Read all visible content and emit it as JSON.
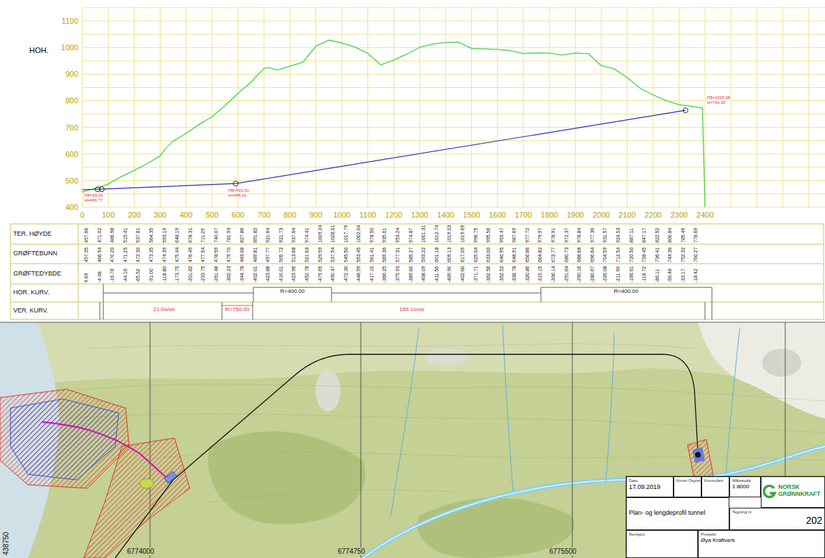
{
  "diagram": {
    "nodes": [
      {
        "text": [
          "Dato",
          "17.09.2019"
        ]
      },
      {
        "text": [
          "Konstr./Tegnet"
        ]
      },
      {
        "text": [
          "Kontrollert"
        ]
      },
      {
        "text": [
          "Målestokk",
          "1:8000"
        ]
      },
      {
        "text": [
          "NORSK GRØNNKRAFT"
        ]
      },
      {
        "text": [
          "Plan- og lengdeprofil tunnel"
        ]
      },
      {
        "text": [
          "Tegning nr.",
          "202"
        ]
      },
      {
        "text": [
          "Revisjon"
        ]
      },
      {
        "text": [
          "Prosjekt",
          "Øya Kraftverk"
        ]
      }
    ],
    "labels": [
      "HOH.",
      "1100",
      "1000",
      "900",
      "800",
      "700",
      "600",
      "500",
      "400",
      "0",
      "100",
      "200",
      "300",
      "400",
      "500",
      "600",
      "700",
      "800",
      "900",
      "1000",
      "1100",
      "1200",
      "1300",
      "1400",
      "1500",
      "1600",
      "1700",
      "1800",
      "1900",
      "2000",
      "2100",
      "2200",
      "2300",
      "2400",
      "PB=59.35",
      "H=466.77",
      "PB=591.51",
      "H=488.51",
      "PB=2325.68",
      "H=764.36",
      "TER. HØYDE",
      "GRØFTEBUNN",
      "GRØFTEDYBDE",
      "HOR. KURV.",
      "VER. KURV.",
      "R=400.00",
      "R=400.00",
      "21.0o/oo",
      "R=750.00",
      "159.1o/oo",
      "457.66",
      "471.02",
      "486.98",
      "515.41",
      "537.81",
      "564.35",
      "593.19",
      "648.19",
      "678.31",
      "711.29",
      "740.07",
      "781.93",
      "827.86",
      "891.82",
      "921.64",
      "921.73",
      "937.64",
      "974.41",
      "1009.24",
      "1028.01",
      "1017.79",
      "1002.04",
      "978.50",
      "935.61",
      "953.24",
      "974.87",
      "1001.31",
      "1012.74",
      "1019.03",
      "1019.69",
      "996.75",
      "995.56",
      "993.47",
      "987.69",
      "977.72",
      "979.97",
      "978.91",
      "972.37",
      "978.84",
      "977.30",
      "931.57",
      "924.53",
      "887.11",
      "847.17",
      "822.52",
      "800.84",
      "785.49",
      "778.69",
      "457.35",
      "466.94",
      "470.20",
      "471.25",
      "472.30",
      "473.35",
      "474.39",
      "475.44",
      "476.49",
      "477.54",
      "478.59",
      "479.70",
      "483.08",
      "489.81",
      "497.77",
      "505.72",
      "513.68",
      "521.63",
      "529.59",
      "537.54",
      "545.50",
      "553.45",
      "561.41",
      "569.36",
      "577.31",
      "585.27",
      "593.22",
      "601.18",
      "609.13",
      "617.09",
      "625.04",
      "633.00",
      "640.95",
      "648.91",
      "656.86",
      "664.82",
      "672.77",
      "680.73",
      "688.68",
      "696.64",
      "704.59",
      "712.54",
      "720.50",
      "728.45",
      "736.41",
      "744.36",
      "752.32",
      "760.27",
      "9.69",
      "-4.08",
      "-16.78",
      "-44.16",
      "-65.52",
      "-91.00",
      "-118.80",
      "-173.75",
      "-201.82",
      "-233.75",
      "-261.48",
      "-302.23",
      "-344.78",
      "-402.01",
      "-423.88",
      "-416.01",
      "-423.96",
      "-452.78",
      "-479.65",
      "-490.47",
      "-472.30",
      "-448.59",
      "-417.10",
      "-366.25",
      "-375.93",
      "-389.60",
      "-408.09",
      "-411.56",
      "-409.90",
      "-402.60",
      "-371.71",
      "-362.56",
      "-352.52",
      "-338.78",
      "-320.86",
      "-315.15",
      "-306.14",
      "-291.64",
      "-290.16",
      "-280.67",
      "-226.08",
      "-211.99",
      "-166.61",
      "-118.72",
      "-86.11",
      "-56.48",
      "-33.17",
      "-18.42",
      "438750",
      "6774000",
      "6774750",
      "6775500"
    ]
  }
}
